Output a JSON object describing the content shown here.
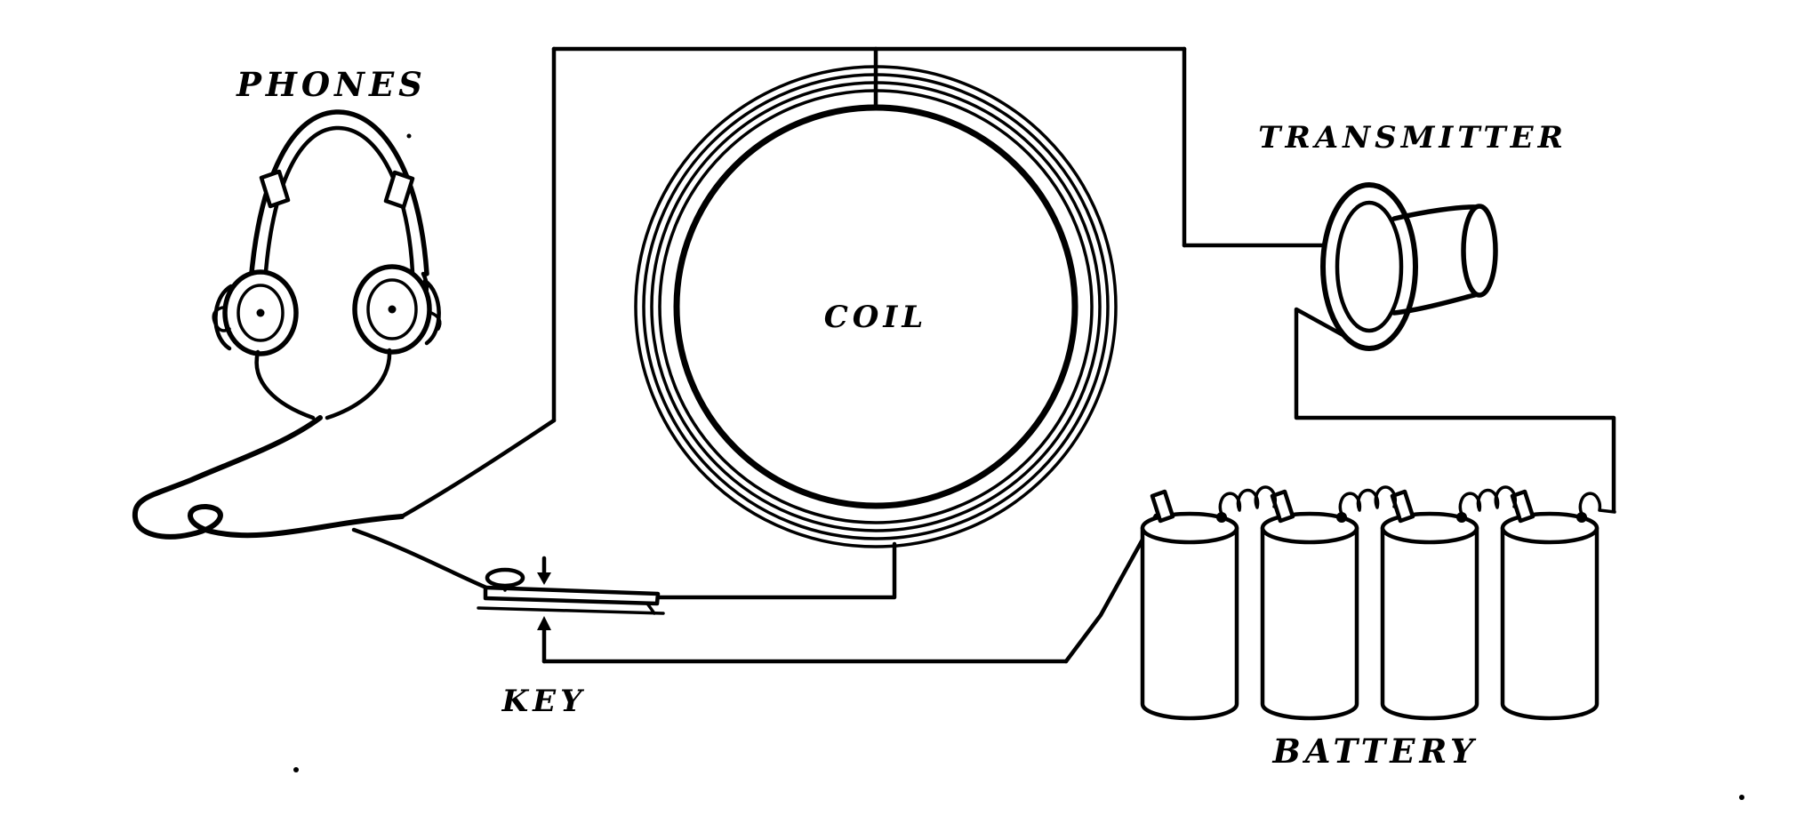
{
  "diagram": {
    "kind": "hand-drawn wireless telephone circuit diagram",
    "colors": {
      "ink": "#000000",
      "background": "#ffffff"
    },
    "labels": {
      "phones": "PHONES",
      "coil": "COIL",
      "transmitter": "TRANSMITTER",
      "key": "KEY",
      "battery": "BATTERY"
    },
    "components": [
      {
        "id": "headphones",
        "label": "PHONES"
      },
      {
        "id": "coil",
        "label": "COIL",
        "turns_visible": 5
      },
      {
        "id": "transmitter",
        "label": "TRANSMITTER"
      },
      {
        "id": "telegraph-key",
        "label": "KEY"
      },
      {
        "id": "battery",
        "label": "BATTERY",
        "cells": 4
      }
    ]
  }
}
